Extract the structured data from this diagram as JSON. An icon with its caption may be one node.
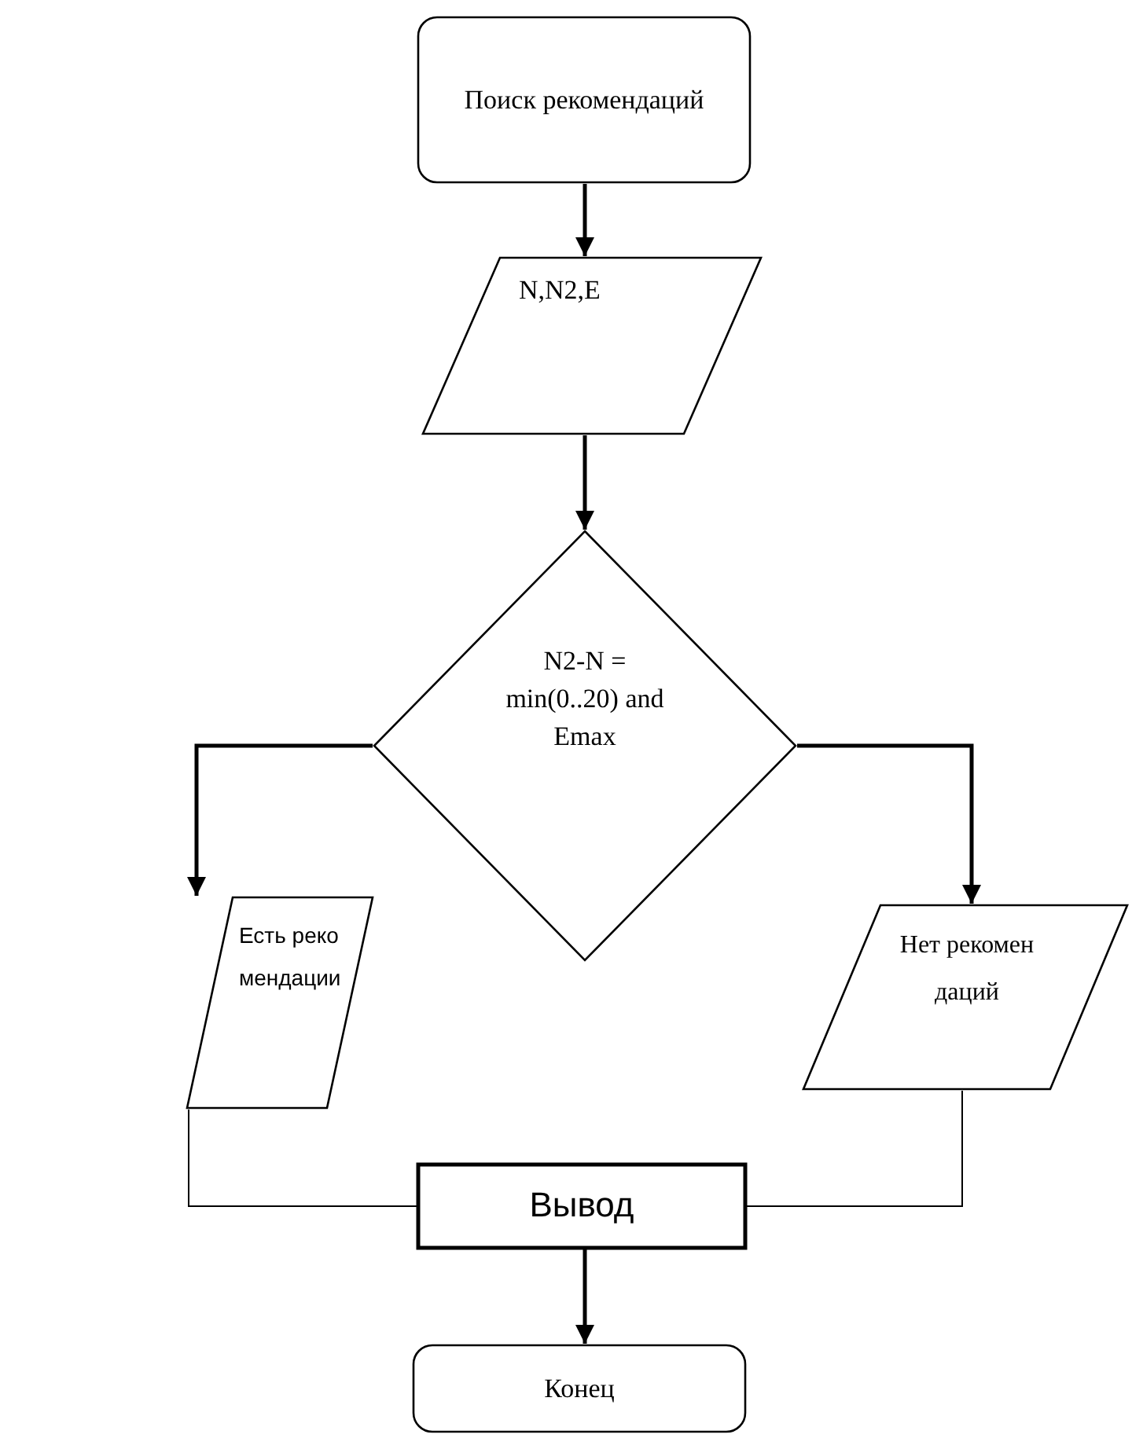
{
  "diagram": {
    "nodes": [
      {
        "text": [
          "Поиск рекомендаций"
        ]
      },
      {
        "text": [
          "N,N2,E"
        ]
      },
      {
        "text": [
          "N2-N = min(0..20) and Emax"
        ]
      },
      {
        "text": [
          "Есть рекомендации"
        ]
      },
      {
        "text": [
          "Нет рекомендаций"
        ]
      },
      {
        "text": [
          "Вывод"
        ]
      },
      {
        "text": [
          "Конец"
        ]
      }
    ],
    "edges": [
      {
        "from": 0,
        "to": 1,
        "arrow": "to"
      },
      {
        "from": 1,
        "to": 2,
        "arrow": "to"
      },
      {
        "from": 2,
        "to": 3,
        "arrow": "to"
      },
      {
        "from": 2,
        "to": 4,
        "arrow": "to"
      },
      {
        "from": 3,
        "to": 5,
        "arrow": "none"
      },
      {
        "from": 4,
        "to": 5,
        "arrow": "none"
      },
      {
        "from": 5,
        "to": 6,
        "arrow": "to"
      }
    ]
  }
}
